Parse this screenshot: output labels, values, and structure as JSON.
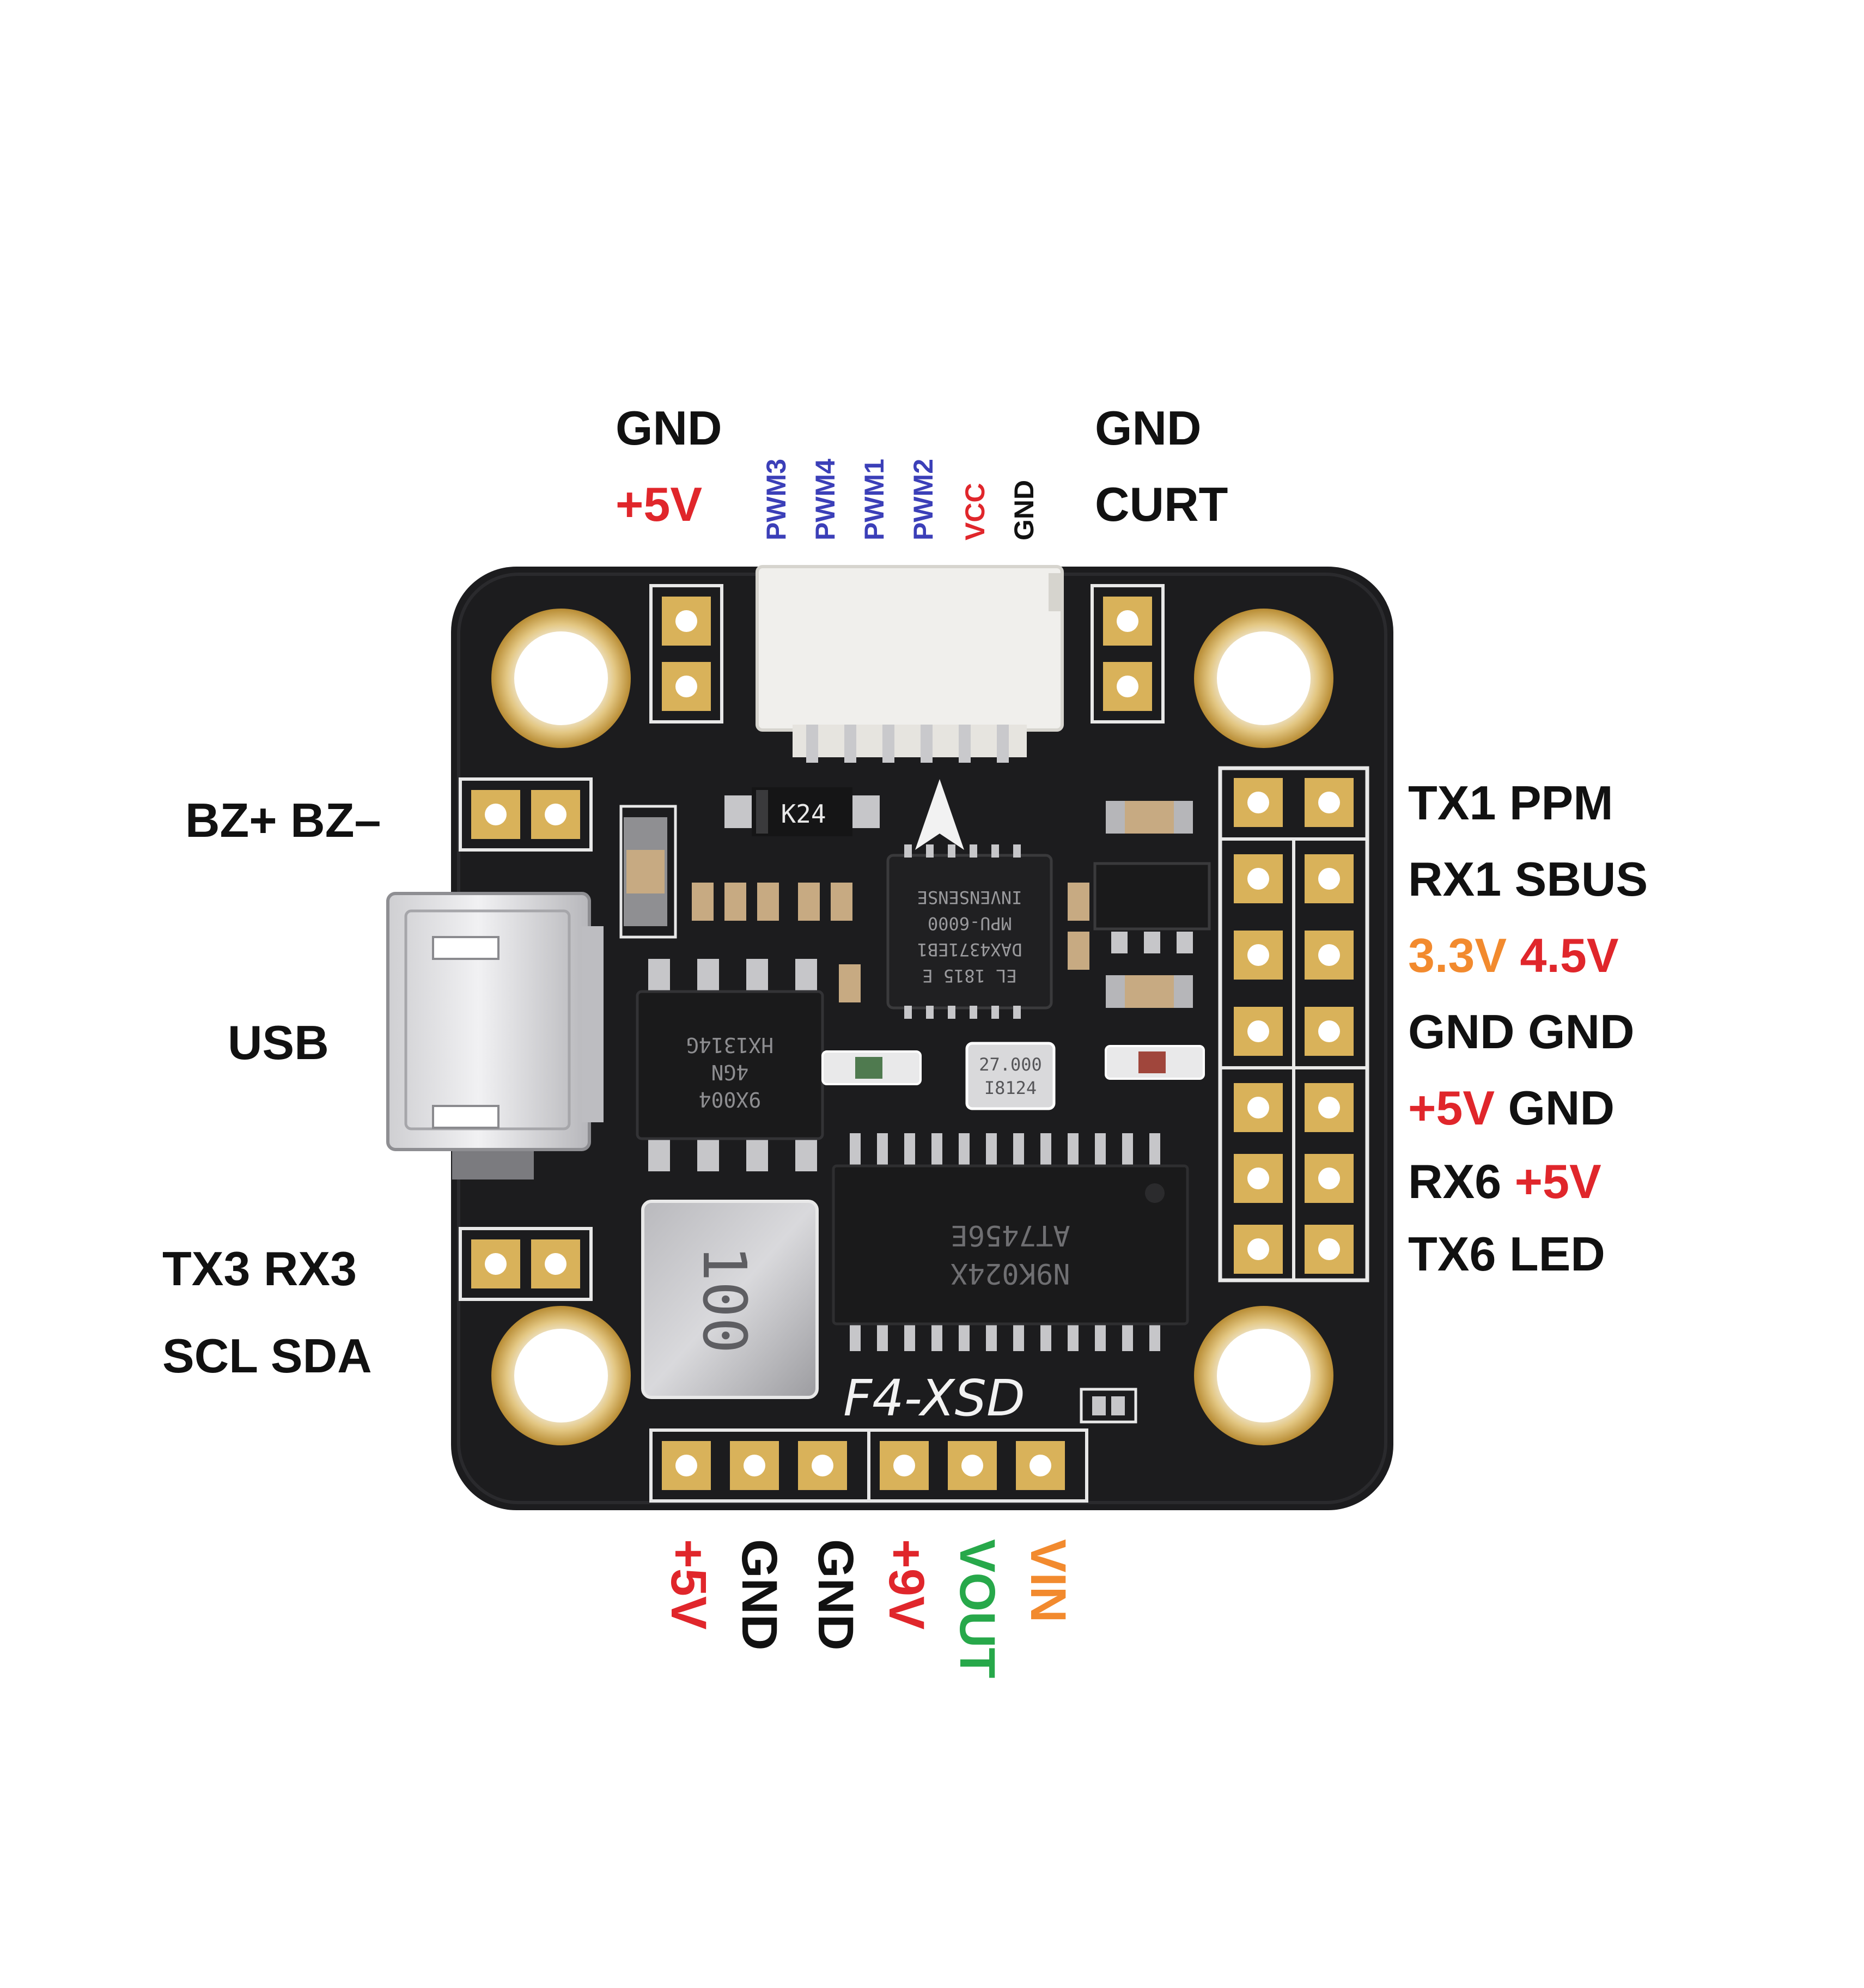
{
  "colors": {
    "black": "#111111",
    "red": "#e0262b",
    "blue": "#3b3fb8",
    "orange": "#f28a2e",
    "green": "#27a84a",
    "board": "#1c1c1e",
    "gold": "#d9b25a"
  },
  "top_left": {
    "gnd": "GND",
    "plus5v": "+5V"
  },
  "top_right": {
    "gnd": "GND",
    "curt": "CURT"
  },
  "connector_pins": [
    "PWM3",
    "PWM4",
    "PWM1",
    "PWM2",
    "VCC",
    "GND"
  ],
  "left": {
    "bz_plus": "BZ+",
    "bz_minus": "BZ–",
    "usb": "USB",
    "tx3": "TX3",
    "rx3": "RX3",
    "scl": "SCL",
    "sda": "SDA"
  },
  "right": {
    "tx1": "TX1",
    "ppm": "PPM",
    "rx1": "RX1",
    "sbus": "SBUS",
    "v33": "3.3V",
    "v45": "4.5V",
    "gnd_a": "GND",
    "gnd_b": "GND",
    "plus5v": "+5V",
    "gnd_c": "GND",
    "rx6": "RX6",
    "plus5v_b": "+5V",
    "tx6": "TX6",
    "led": "LED"
  },
  "bottom_pins": [
    "+5V",
    "GND",
    "GND",
    "+9V",
    "VOUT",
    "VIN"
  ],
  "board": {
    "name": "F4-XSD",
    "diode": "K24",
    "gyro_brand": "INVENSENSE",
    "gyro_model": "MPU-6000",
    "gyro_code": "DAX4371EB1",
    "gyro_date": "EL 1815 E",
    "flash_a": "HX1314G",
    "flash_b": "4GN",
    "flash_c": "9X004",
    "crystal_a": "27.000",
    "crystal_b": "I8124",
    "osd_a": "AT7456E",
    "osd_b": "N9K024X",
    "inductor": "100"
  }
}
